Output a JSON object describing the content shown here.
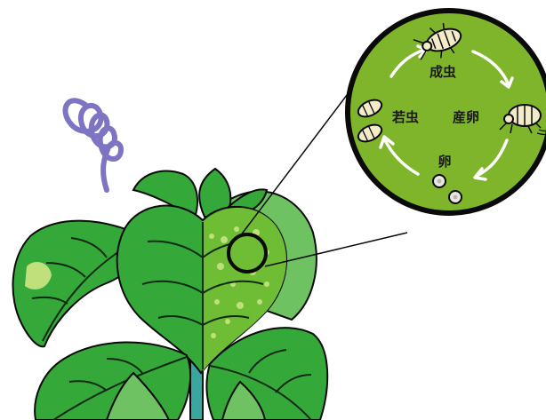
{
  "lifecycle": {
    "stages": {
      "adult": "成虫",
      "oviposition": "産卵",
      "egg": "卵",
      "nymph": "若虫"
    }
  },
  "colors": {
    "circle_bg": "#7fb52a",
    "circle_border": "#0a0a0a",
    "leaf_main": "#35a83a",
    "leaf_light": "#6ec262",
    "leaf_pale": "#bfe07a",
    "leaf_vein": "#0f2a10",
    "stem": "#3aa6a0",
    "spiral": "#7d74c4",
    "arrow": "#ffffff"
  }
}
